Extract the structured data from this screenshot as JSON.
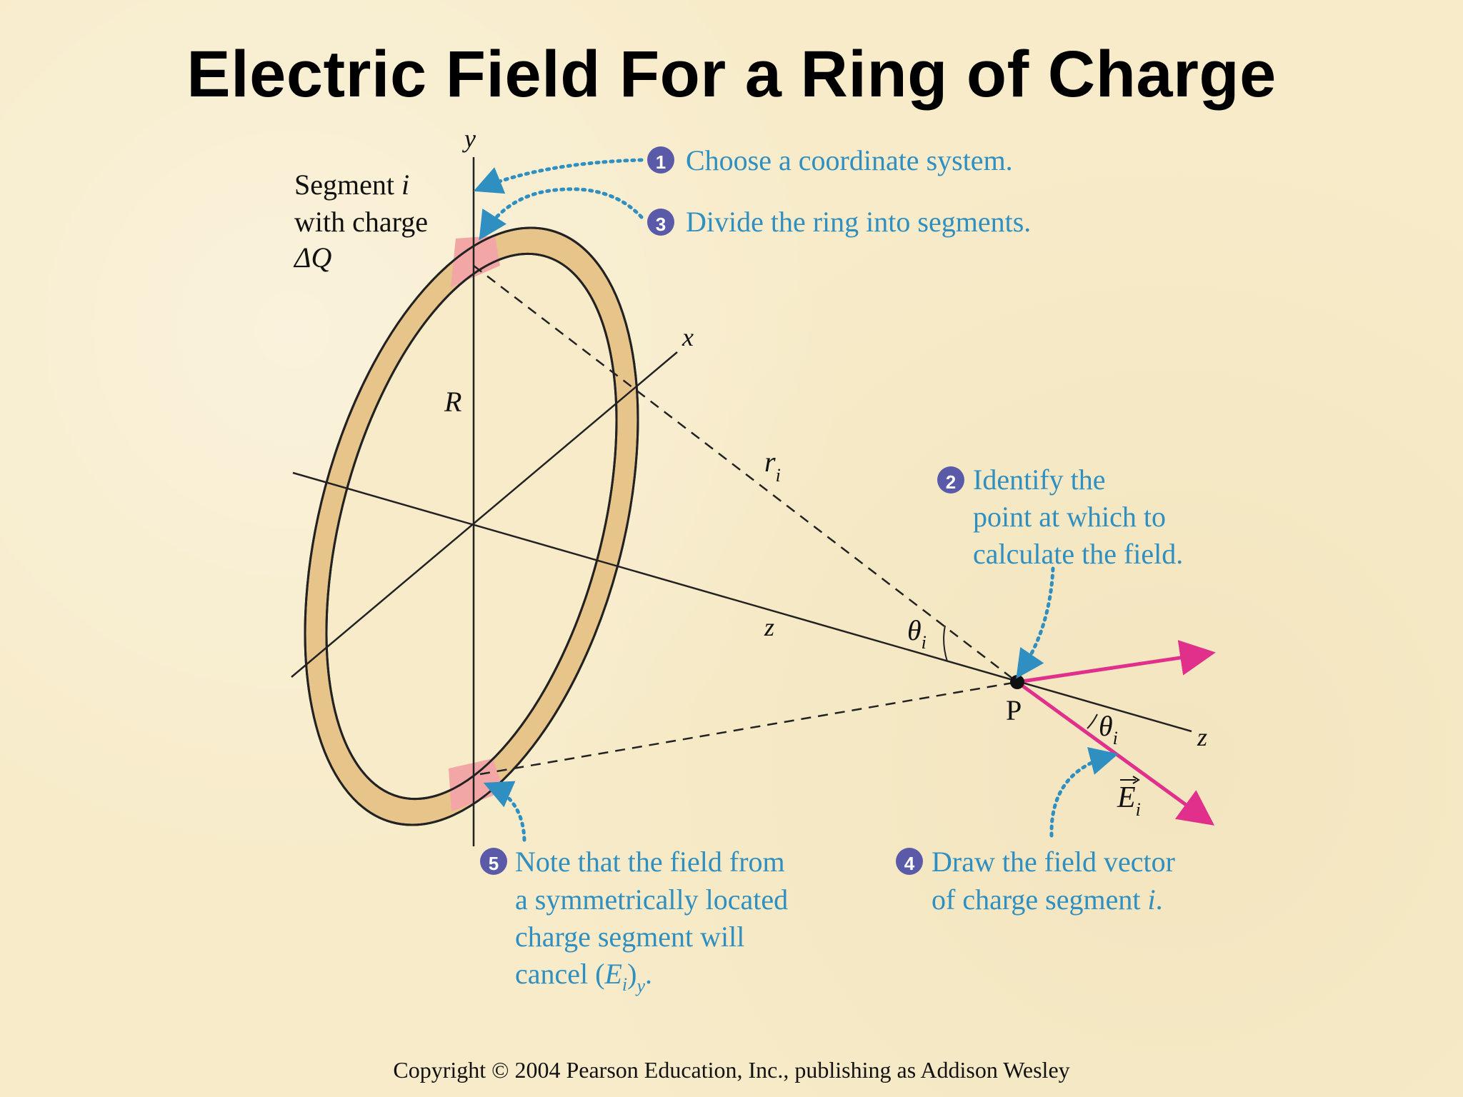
{
  "title": "Electric Field For a Ring of Charge",
  "copyright": "Copyright © 2004 Pearson Education, Inc., publishing as Addison Wesley",
  "colors": {
    "background": "#f7ebc9",
    "ring": "#e6c48a",
    "segment": "#f3a6a6",
    "annotation": "#2f8fc0",
    "step_badge": "#5a5aa8",
    "field_vector": "#e0308c"
  },
  "labels": {
    "segment_line1": "Segment",
    "segment_i": "i",
    "segment_line2": "with charge",
    "segment_line3": "ΔQ",
    "axis_y": "y",
    "axis_x": "x",
    "axis_z_mid": "z",
    "axis_z_end": "z",
    "radius": "R",
    "r_sym": "r",
    "r_sub": "i",
    "theta_top_sym": "θ",
    "theta_top_sub": "i",
    "theta_bottom_sym": "θ",
    "theta_bottom_sub": "i",
    "point": "P",
    "field_sym": "E",
    "field_sub": "i"
  },
  "steps": [
    {
      "number": "1",
      "lines": [
        "Choose a coordinate system."
      ]
    },
    {
      "number": "2",
      "lines": [
        "Identify the",
        "point at which to",
        "calculate the field."
      ]
    },
    {
      "number": "3",
      "lines": [
        "Divide the ring into segments."
      ]
    },
    {
      "number": "4",
      "lines": [
        "Draw the field vector",
        "of charge segment "
      ],
      "italic_tail": "i",
      "tail_punct": "."
    },
    {
      "number": "5",
      "lines": [
        "Note that the field from",
        "a symmetrically located",
        "charge segment will",
        "cancel ("
      ],
      "cancel_E": "E",
      "cancel_i": "i",
      "cancel_y": "y",
      "cancel_end": "."
    }
  ]
}
